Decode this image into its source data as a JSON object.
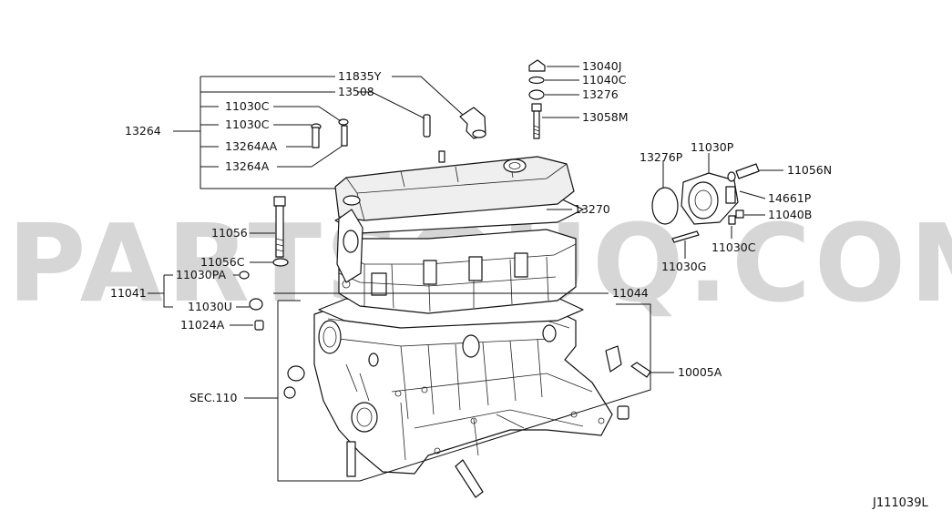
{
  "watermark": "PARTSOUQ.COM",
  "reference_code": "J111039L",
  "colors": {
    "line": "#111111",
    "watermark": "#d6d6d6",
    "background": "#ffffff"
  },
  "labels": {
    "p11835Y": "11835Y",
    "p13508": "13508",
    "p11030C_a": "11030C",
    "p11030C_b": "11030C",
    "p13264": "13264",
    "p13264AA": "13264AA",
    "p13264A": "13264A",
    "p13040J": "13040J",
    "p11040C": "11040C",
    "p13276": "13276",
    "p13058M": "13058M",
    "p13276P": "13276P",
    "p11030P": "11030P",
    "p11056N": "11056N",
    "p14661P": "14661P",
    "p11040B": "11040B",
    "p11030C_c": "11030C",
    "p11030G": "11030G",
    "p13270": "13270",
    "p11056": "11056",
    "p11056C": "11056C",
    "p11030PA": "11030PA",
    "p11041": "11041",
    "p11030U": "11030U",
    "p11024A": "11024A",
    "p11044": "11044",
    "p10005A": "10005A",
    "sec110": "SEC.110"
  }
}
